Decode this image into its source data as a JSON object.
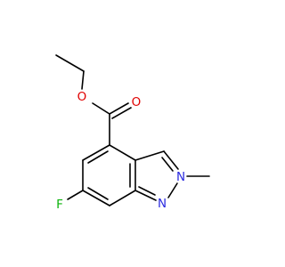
{
  "molecule": {
    "atom_labels": {
      "ester_o_single": "O",
      "ester_o_double": "O",
      "fluorine": "F",
      "n1": "N",
      "n2": "N"
    },
    "colors": {
      "oxygen": "#e00000",
      "nitrogen": "#2a2ae0",
      "fluorine": "#0ab30a",
      "bond": "#000000"
    }
  }
}
